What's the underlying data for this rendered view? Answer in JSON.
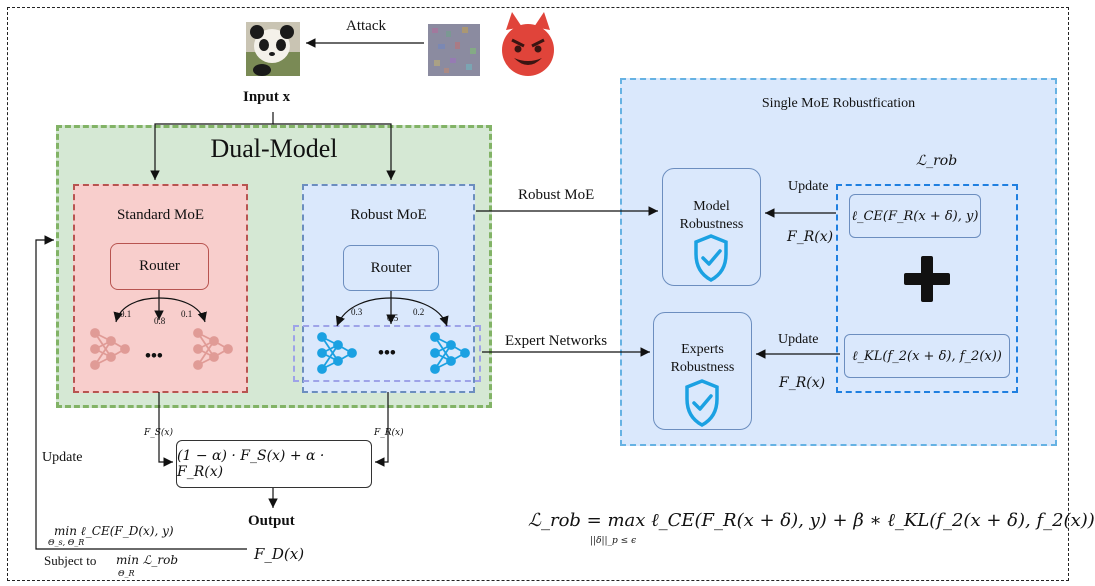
{
  "attack_label": "Attack",
  "input_label": "Input x",
  "dual_model": {
    "title": "Dual-Model",
    "standard_moe": {
      "title": "Standard MoE",
      "router": "Router",
      "weights": [
        "0.1",
        "0.8",
        "0.1"
      ],
      "ellipsis": "•••",
      "output": "F_S(x)"
    },
    "robust_moe": {
      "title": "Robust MoE",
      "router": "Router",
      "weights": [
        "0.3",
        "0.5",
        "0.2"
      ],
      "ellipsis": "•••",
      "output": "F_R(x)"
    }
  },
  "combine_formula": "(1 − α) · F_S(x) + α · F_R(x)",
  "output_label": "Output",
  "fd_label": "F_D(x)",
  "update_left": "Update",
  "min_objective": "min ℓ_CE(F_D(x), y)",
  "min_subscript": "Θ_s, Θ_R",
  "subject_to": "Subject to",
  "subject_min": "min ℒ_rob",
  "subject_min_sub": "Θ_R",
  "robust_moe_arrow": "Robust MoE",
  "expert_networks_arrow": "Expert Networks",
  "single_moe": {
    "title": "Single MoE Robustfication",
    "model_robustness": [
      "Model",
      "Robustness"
    ],
    "experts_robustness": [
      "Experts",
      "Robustness"
    ],
    "l_rob_label": "ℒ_rob",
    "update_top": "Update",
    "update_bottom": "Update",
    "fr_top": "F_R(x)",
    "fr_bottom": "F_R(x)",
    "loss_ce": "ℓ_CE(F_R(x + δ), y)",
    "loss_kl": "ℓ_KL(f_2(x + δ), f_2(x))",
    "plus": "+"
  },
  "bottom_formula": "ℒ_rob = max ℓ_CE(F_R(x + δ), y) + β ∗ ℓ_KL(f_2(x + δ), f_2(x))",
  "bottom_formula_sub": "||δ||_p ≤ ϵ",
  "colors": {
    "dual_bg": "#d5e8d4",
    "dual_border": "#82b366",
    "standard_bg": "#f8cecc",
    "standard_border": "#b85450",
    "robust_bg": "#dae8fc",
    "robust_border": "#6c8ebf",
    "single_bg": "#dae8fc",
    "single_border": "#66b2e3",
    "expert_standard": "#e09b96",
    "expert_robust": "#1ba1e2",
    "shield": "#1ba1e2",
    "devil": "#e0443a"
  },
  "icons": [
    "panda-image-icon",
    "noise-image-icon",
    "devil-face-icon",
    "shield-check-icon",
    "plus-icon",
    "neural-network-icon"
  ]
}
